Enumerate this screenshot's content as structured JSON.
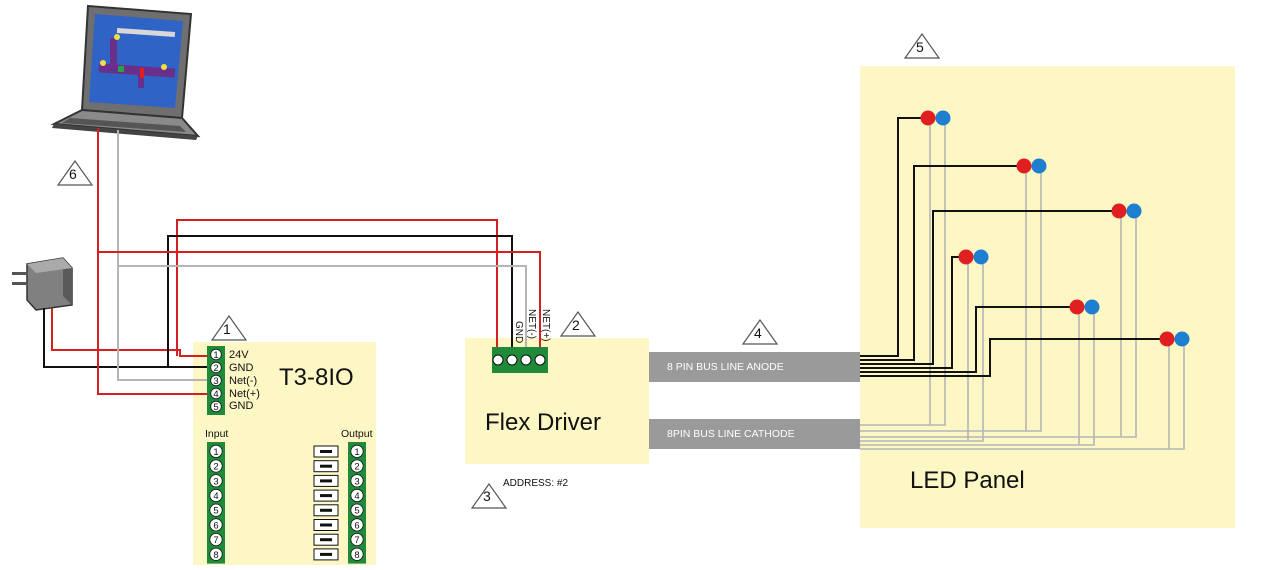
{
  "callouts": [
    "1",
    "2",
    "3",
    "4",
    "5",
    "6"
  ],
  "t3": {
    "title": "T3-8IO",
    "terminals": [
      "24V",
      "GND",
      "Net(-)",
      "Net(+)",
      "GND"
    ],
    "terminal_numbers": [
      "1",
      "2",
      "3",
      "4",
      "5"
    ],
    "input_label": "Input",
    "output_label": "Output",
    "io_numbers": [
      "1",
      "2",
      "3",
      "4",
      "5",
      "6",
      "7",
      "8"
    ]
  },
  "flex_driver": {
    "title": "Flex Driver",
    "address": "ADDRESS: #2",
    "pins": [
      "GND",
      "NET(-)",
      "NET(+)"
    ]
  },
  "bus": {
    "anode": "8 PIN BUS LINE ANODE",
    "cathode": "8PIN BUS LINE CATHODE"
  },
  "led_panel": {
    "title": "LED Panel"
  },
  "colors": {
    "panel_fill": "#fdf7c6",
    "wire_red": "#d42020",
    "wire_black": "#111111",
    "wire_gray": "#b5b5b5",
    "terminal_green": "#1f8b3a",
    "bus_gray": "#9a9a9a",
    "led_red": "#e02020",
    "led_blue": "#1e7fd0"
  }
}
